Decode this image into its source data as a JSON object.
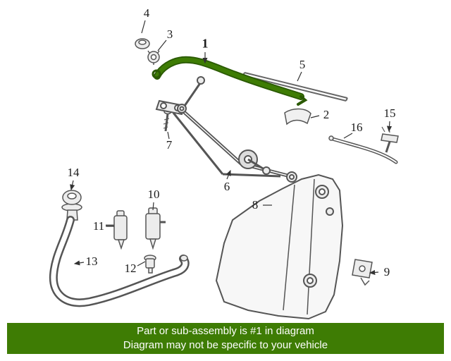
{
  "diagram": {
    "title_hint": "Windshield wiper and washer components parts diagram",
    "highlight_color": "#3e7c04",
    "line_color": "#555555",
    "callouts": [
      {
        "num": "1"
      },
      {
        "num": "2"
      },
      {
        "num": "3"
      },
      {
        "num": "4"
      },
      {
        "num": "5"
      },
      {
        "num": "6"
      },
      {
        "num": "7"
      },
      {
        "num": "8"
      },
      {
        "num": "9"
      },
      {
        "num": "10"
      },
      {
        "num": "11"
      },
      {
        "num": "12"
      },
      {
        "num": "13"
      },
      {
        "num": "14"
      },
      {
        "num": "15"
      },
      {
        "num": "16"
      }
    ]
  },
  "banner": {
    "bg_color": "#3e7c04",
    "text_color": "#ffffff",
    "line1": "Part or sub-assembly is #1 in diagram",
    "line2": "Diagram may not be specific to your vehicle"
  }
}
